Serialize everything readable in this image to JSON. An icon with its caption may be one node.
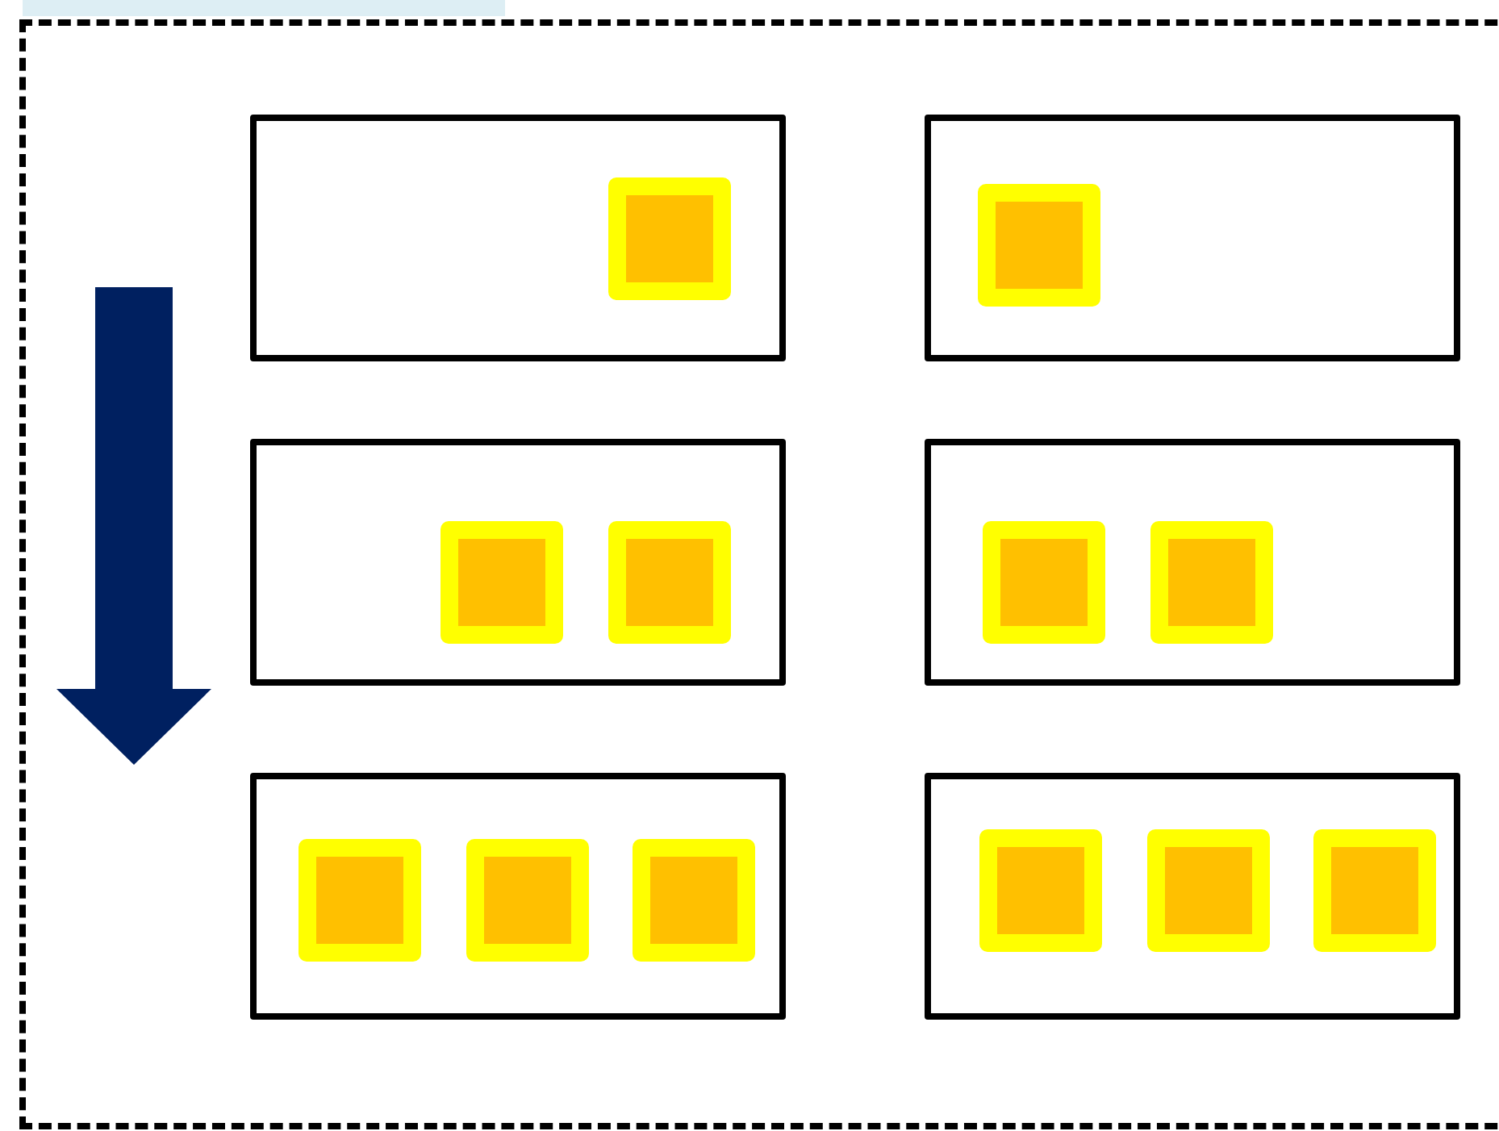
{
  "diagram": {
    "nodes": [
      {
        "text": [],
        "shape": "box"
      },
      {
        "text": [],
        "shape": "box",
        "in": 0
      },
      {
        "text": [],
        "shape": "square",
        "in": 1
      },
      {
        "text": [],
        "shape": "box",
        "in": 0
      },
      {
        "text": [],
        "shape": "square",
        "in": 3
      },
      {
        "text": [],
        "shape": "box",
        "in": 0
      },
      {
        "text": [],
        "shape": "square",
        "in": 5
      },
      {
        "text": [],
        "shape": "square",
        "in": 5
      },
      {
        "text": [],
        "shape": "box",
        "in": 0
      },
      {
        "text": [],
        "shape": "square",
        "in": 8
      },
      {
        "text": [],
        "shape": "square",
        "in": 8
      },
      {
        "text": [],
        "shape": "box",
        "in": 0
      },
      {
        "text": [],
        "shape": "square",
        "in": 11
      },
      {
        "text": [],
        "shape": "square",
        "in": 11
      },
      {
        "text": [],
        "shape": "square",
        "in": 11
      },
      {
        "text": [],
        "shape": "box",
        "in": 0
      },
      {
        "text": [],
        "shape": "square",
        "in": 15
      },
      {
        "text": [],
        "shape": "square",
        "in": 15
      },
      {
        "text": [],
        "shape": "square",
        "in": 15
      }
    ]
  }
}
